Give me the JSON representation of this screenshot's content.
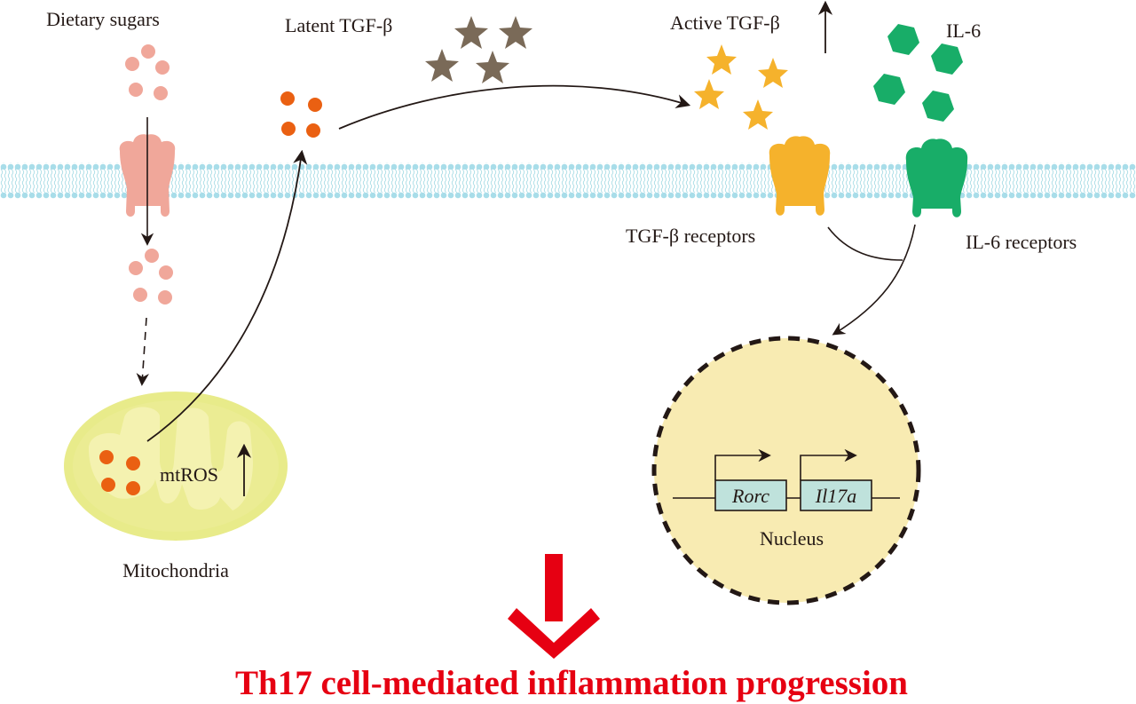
{
  "labels": {
    "dietary_sugars": "Dietary sugars",
    "latent_tgfb": "Latent TGF-β",
    "active_tgfb": "Active TGF-β",
    "il6": "IL-6",
    "tgfb_receptors": "TGF-β receptors",
    "il6_receptors": "IL-6 receptors",
    "mtros": "mtROS",
    "mitochondria": "Mitochondria",
    "nucleus": "Nucleus",
    "gene_rorc": "Rorc",
    "gene_il17a": "Il17a",
    "outcome": "Th17 cell-mediated inflammation progression"
  },
  "colors": {
    "sugar": "#f0a79a",
    "ros": "#ea6012",
    "latent_star": "#7a6a58",
    "active_star": "#f5b22c",
    "il6": "#18ad68",
    "membrane": "#9fdbe8",
    "mito_outer": "#e8eb8a",
    "mito_inner": "#f4f2b0",
    "nucleus": "#f8ebb2",
    "gene_box": "#bfe2dc",
    "outcome": "#e60012"
  }
}
